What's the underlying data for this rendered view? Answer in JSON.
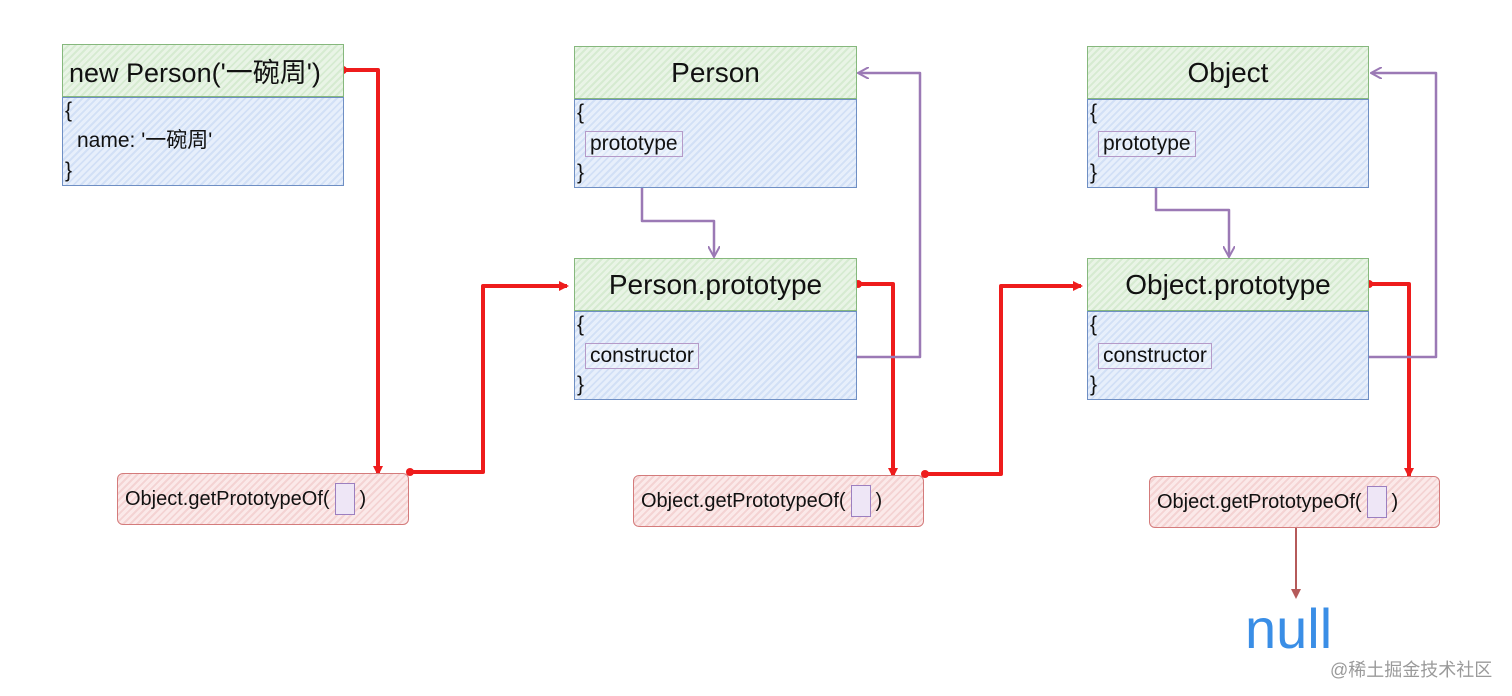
{
  "objects": {
    "instance": {
      "title": "new Person('一碗周')",
      "open": "{",
      "field": "name: '一碗周'",
      "close": "}"
    },
    "person": {
      "title": "Person",
      "open": "{",
      "field": "prototype",
      "close": "}"
    },
    "person_proto": {
      "title": "Person.prototype",
      "open": "{",
      "field": "constructor",
      "close": "}"
    },
    "object": {
      "title": "Object",
      "open": "{",
      "field": "prototype",
      "close": "}"
    },
    "object_proto": {
      "title": "Object.prototype",
      "open": "{",
      "field": "constructor",
      "close": "}"
    }
  },
  "getproto": {
    "prefix": "Object.getPrototypeOf(",
    "suffix": ")"
  },
  "null_label": "null",
  "watermark": "@稀土掘金技术社区",
  "colors": {
    "proto_chain_arrow": "#ee1c1c",
    "constructor_arrow": "#9b79b5",
    "null_arrow": "#b55a5a",
    "null_text": "#3a8ee6"
  }
}
